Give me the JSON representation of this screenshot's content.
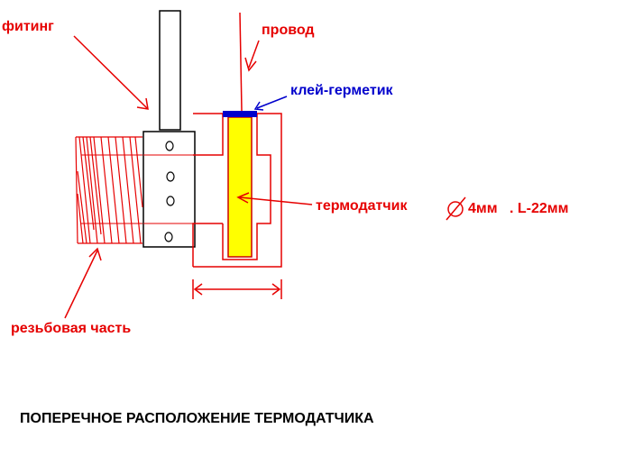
{
  "labels": {
    "fitting": "фитинг",
    "wire": "провод",
    "glue": "клей-герметик",
    "sensor": "термодатчик",
    "diameter": "4мм",
    "length": ". L-22мм",
    "thread": "резьбовая часть",
    "caption": "ПОПЕРЕЧНОЕ РАСПОЛОЖЕНИЕ ТЕРМОДАТЧИКА"
  },
  "colors": {
    "annotation": "#e60000",
    "glue": "#0000cc",
    "sensor_fill": "#ffff00",
    "body_outline": "#000000",
    "background": "#ffffff"
  },
  "icons": {
    "diameter_symbol": "diameter-icon"
  }
}
